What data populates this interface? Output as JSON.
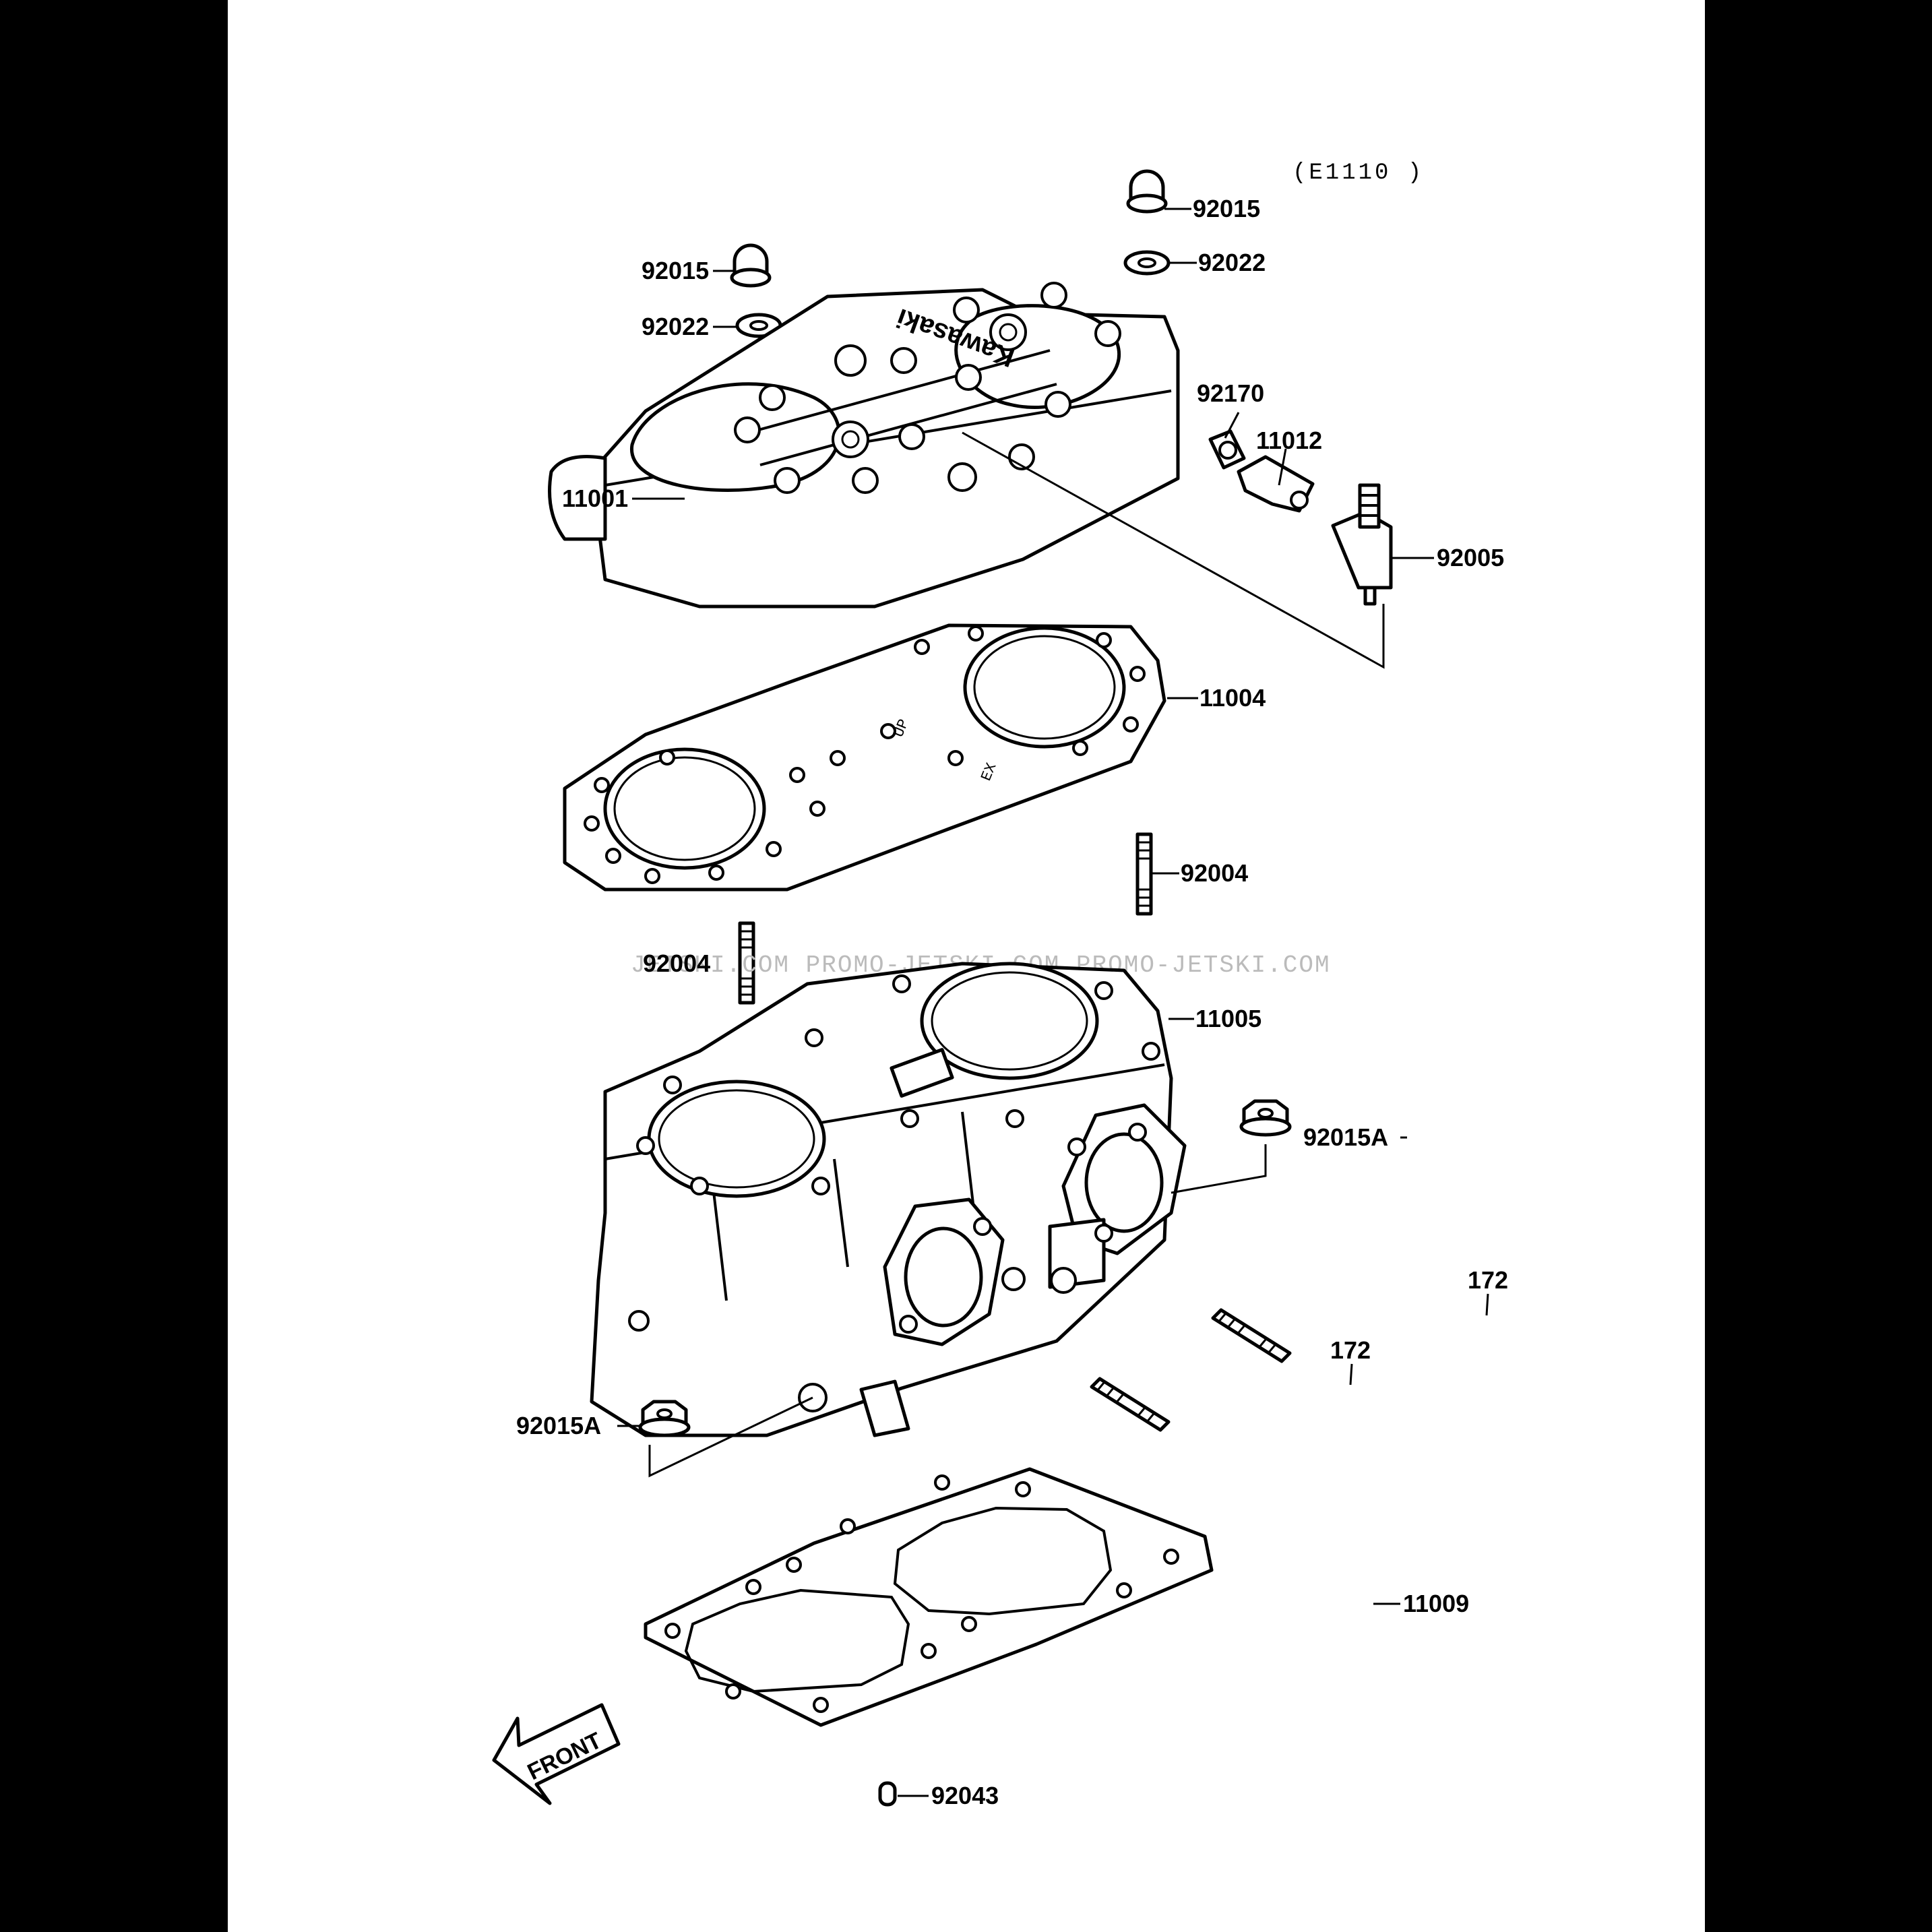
{
  "diagram": {
    "code": "(E1110 )",
    "brand_text": "Kawasaki",
    "head_gasket_marks": [
      "UP",
      "EX"
    ],
    "watermark": "JETSKI.COM  PROMO-JETSKI.COM  PROMO-JETSKI.COM",
    "front_label": "FRONT",
    "labels": {
      "p92015_a": "92015",
      "p92022_a": "92022",
      "p92015_b": "92015",
      "p92022_b": "92022",
      "p11001": "11001",
      "p92170": "92170",
      "p11012": "11012",
      "p92005": "92005",
      "p11004": "11004",
      "p92004_a": "92004",
      "p92004_b": "92004",
      "p11005": "11005",
      "p92015A_a": "92015A",
      "p172_a": "172",
      "p172_b": "172",
      "p92015A_b": "92015A",
      "p11009": "11009",
      "p92043": "92043"
    }
  }
}
